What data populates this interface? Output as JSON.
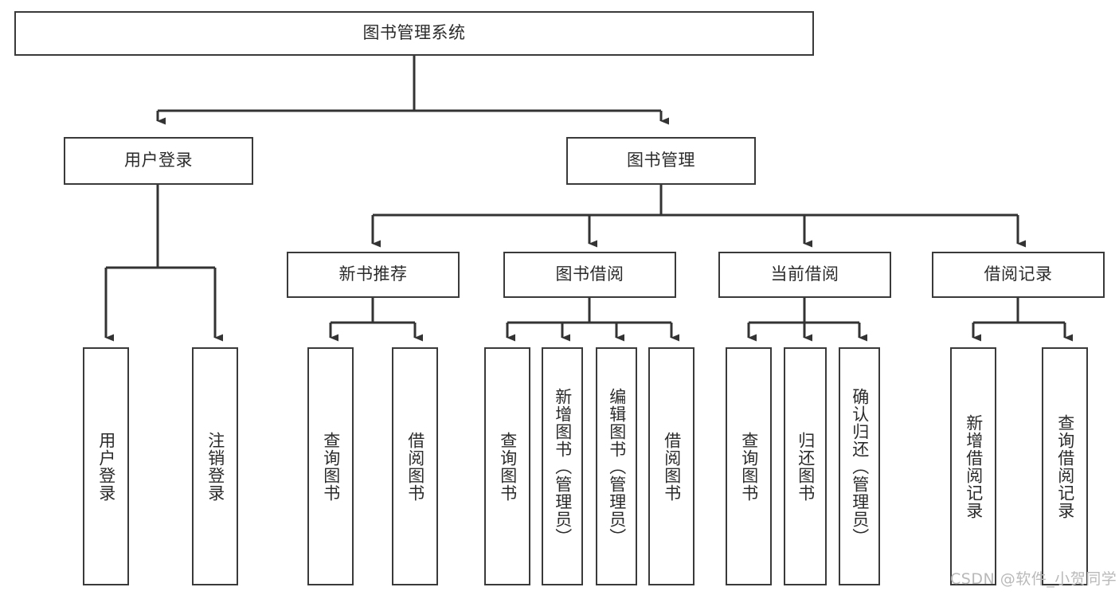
{
  "diagram": {
    "type": "tree",
    "title": "图书管理系统",
    "orientation": "top-down",
    "colors": {
      "box_border": "#3a3a3a",
      "box_fill": "#ffffff",
      "connector": "#333333",
      "text": "#2b2b2b",
      "watermark": "#b9b9b9",
      "background": "#ffffff"
    },
    "root": {
      "label": "图书管理系统"
    },
    "level1": [
      {
        "label": "用户登录"
      },
      {
        "label": "图书管理"
      }
    ],
    "level2": [
      {
        "label": "新书推荐"
      },
      {
        "label": "图书借阅"
      },
      {
        "label": "当前借阅"
      },
      {
        "label": "借阅记录"
      }
    ],
    "leaves": {
      "user_login": [
        {
          "label": "用户登录"
        },
        {
          "label": "注销登录"
        }
      ],
      "new_book_recommend": [
        {
          "label": "查询图书"
        },
        {
          "label": "借阅图书"
        }
      ],
      "book_borrow": [
        {
          "label": "查询图书"
        },
        {
          "label": "新增图书（管理员）"
        },
        {
          "label": "编辑图书（管理员）"
        },
        {
          "label": "借阅图书"
        }
      ],
      "current_borrow": [
        {
          "label": "查询图书"
        },
        {
          "label": "归还图书"
        },
        {
          "label": "确认归还（管理员）"
        }
      ],
      "borrow_record": [
        {
          "label": "新增借阅记录"
        },
        {
          "label": "查询借阅记录"
        }
      ]
    }
  },
  "watermark": {
    "text": "CSDN @软件_小贺同学"
  }
}
